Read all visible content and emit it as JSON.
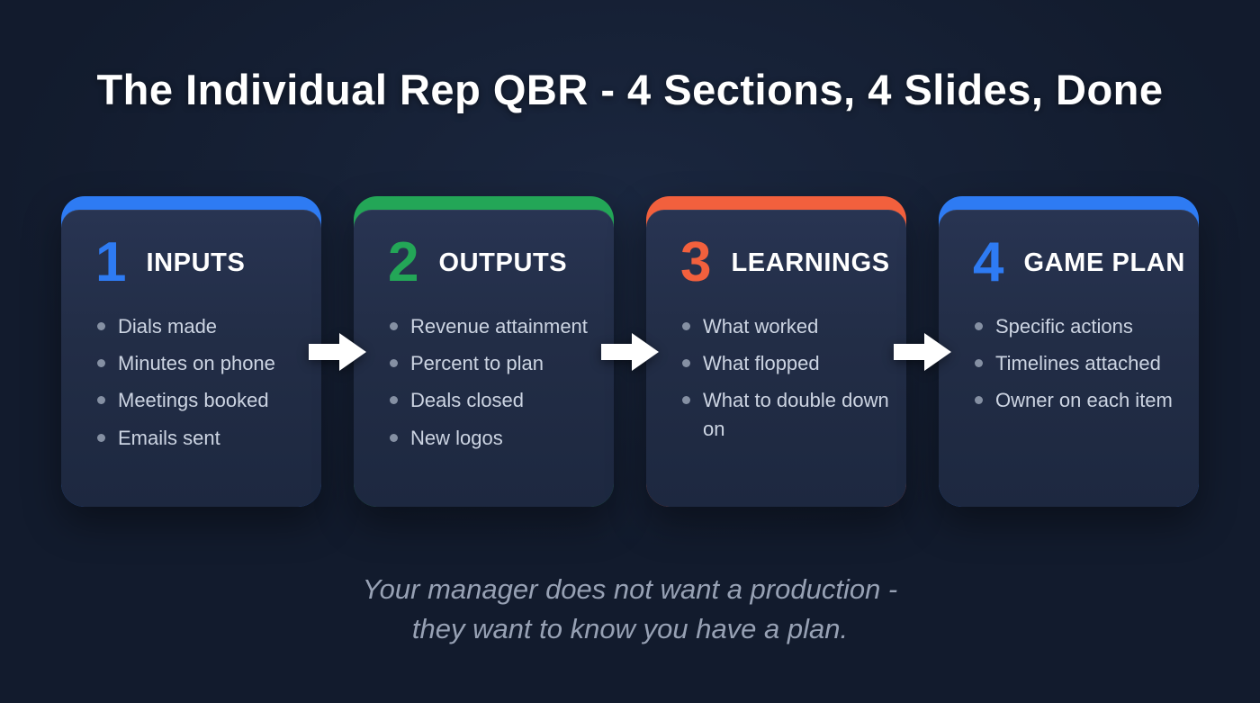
{
  "title": "The Individual Rep QBR - 4 Sections, 4 Slides, Done",
  "colors": {
    "background": "#121b2d",
    "card_body_top": "#283452",
    "card_body_bottom": "#1d2840",
    "heading_text": "#ffffff",
    "bullet_text": "#ccd4e2",
    "bullet_dot": "#8590a3",
    "arrow": "#ffffff",
    "footer_text": "#97a1b4"
  },
  "cards": [
    {
      "number": "1",
      "heading": "INPUTS",
      "accent": "#2e7bf3",
      "bullets": [
        "Dials made",
        "Minutes on phone",
        "Meetings booked",
        "Emails sent"
      ]
    },
    {
      "number": "2",
      "heading": "OUTPUTS",
      "accent": "#23a657",
      "bullets": [
        "Revenue attainment",
        "Percent to plan",
        "Deals closed",
        "New logos"
      ]
    },
    {
      "number": "3",
      "heading": "LEARNINGS",
      "accent": "#f2603d",
      "bullets": [
        "What worked",
        "What flopped",
        "What to double down on"
      ]
    },
    {
      "number": "4",
      "heading": "GAME PLAN",
      "accent": "#2e7bf3",
      "bullets": [
        "Specific actions",
        "Timelines attached",
        "Owner on each item"
      ]
    }
  ],
  "footer": {
    "line1": "Your manager does not want a production -",
    "line2": "they want to know you have a plan."
  }
}
